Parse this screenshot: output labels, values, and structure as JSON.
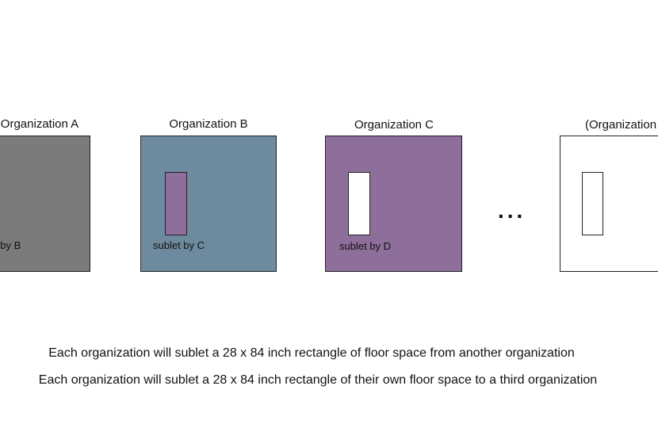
{
  "organizations": [
    {
      "title": "Organization  A",
      "fill": "#7b7b7b",
      "sublet_fill": "#7b7b7b",
      "sublet_label": "sublet by B"
    },
    {
      "title": "Organization  B",
      "fill": "#6e8a9e",
      "sublet_fill": "#8e6e9a",
      "sublet_label": "sublet by C"
    },
    {
      "title": "Organization  C",
      "fill": "#8e6e9a",
      "sublet_fill": "#ffffff",
      "sublet_label": "sublet by D"
    },
    {
      "title": "(Organization",
      "fill": "#ffffff",
      "sublet_fill": "#ffffff",
      "sublet_label": ""
    }
  ],
  "ellipsis": "...",
  "captions": {
    "line1": "Each organization will sublet a 28 x 84 inch rectangle of floor space from another organization",
    "line2": "Each organization will sublet a 28 x 84 inch rectangle of their own floor space to a third organization"
  }
}
